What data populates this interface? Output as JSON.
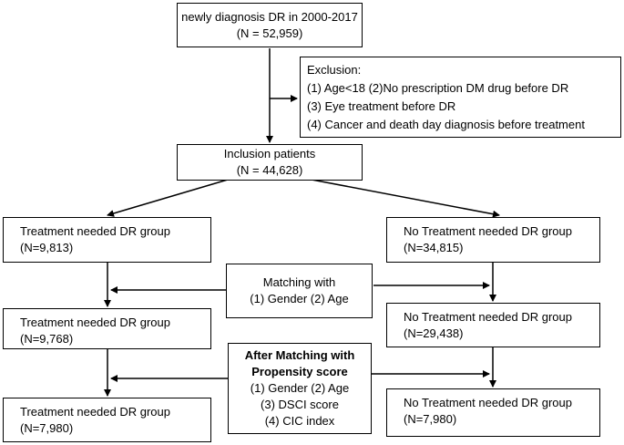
{
  "boxes": {
    "start": {
      "line1": "newly diagnosis DR in 2000-2017",
      "line2": "(N = 52,959)"
    },
    "exclusion": {
      "title": "Exclusion:",
      "items": [
        "(1)  Age<18  (2)No prescription DM drug before DR",
        "(3) Eye treatment before DR",
        "(4) Cancer and death day diagnosis before treatment"
      ]
    },
    "inclusion": {
      "line1": "Inclusion patients",
      "line2": "(N = 44,628)"
    },
    "treat1": {
      "line1": "Treatment needed DR group",
      "line2": "(N=9,813)"
    },
    "notreat1": {
      "line1": "No Treatment needed DR group",
      "line2": "(N=34,815)"
    },
    "matching": {
      "line1": "Matching with",
      "line2": "(1) Gender (2) Age"
    },
    "treat2": {
      "line1": "Treatment needed DR group",
      "line2": "(N=9,768)"
    },
    "notreat2": {
      "line1": "No Treatment needed DR group",
      "line2": "(N=29,438)"
    },
    "propensity": {
      "title1": "After Matching with",
      "title2": "Propensity score",
      "items": [
        "(1) Gender (2) Age",
        "(3) DSCI score",
        "(4) CIC index"
      ]
    },
    "treat3": {
      "line1": "Treatment needed DR group",
      "line2": "(N=7,980)"
    },
    "notreat3": {
      "line1": "No Treatment needed DR group",
      "line2": "(N=7,980)"
    }
  }
}
